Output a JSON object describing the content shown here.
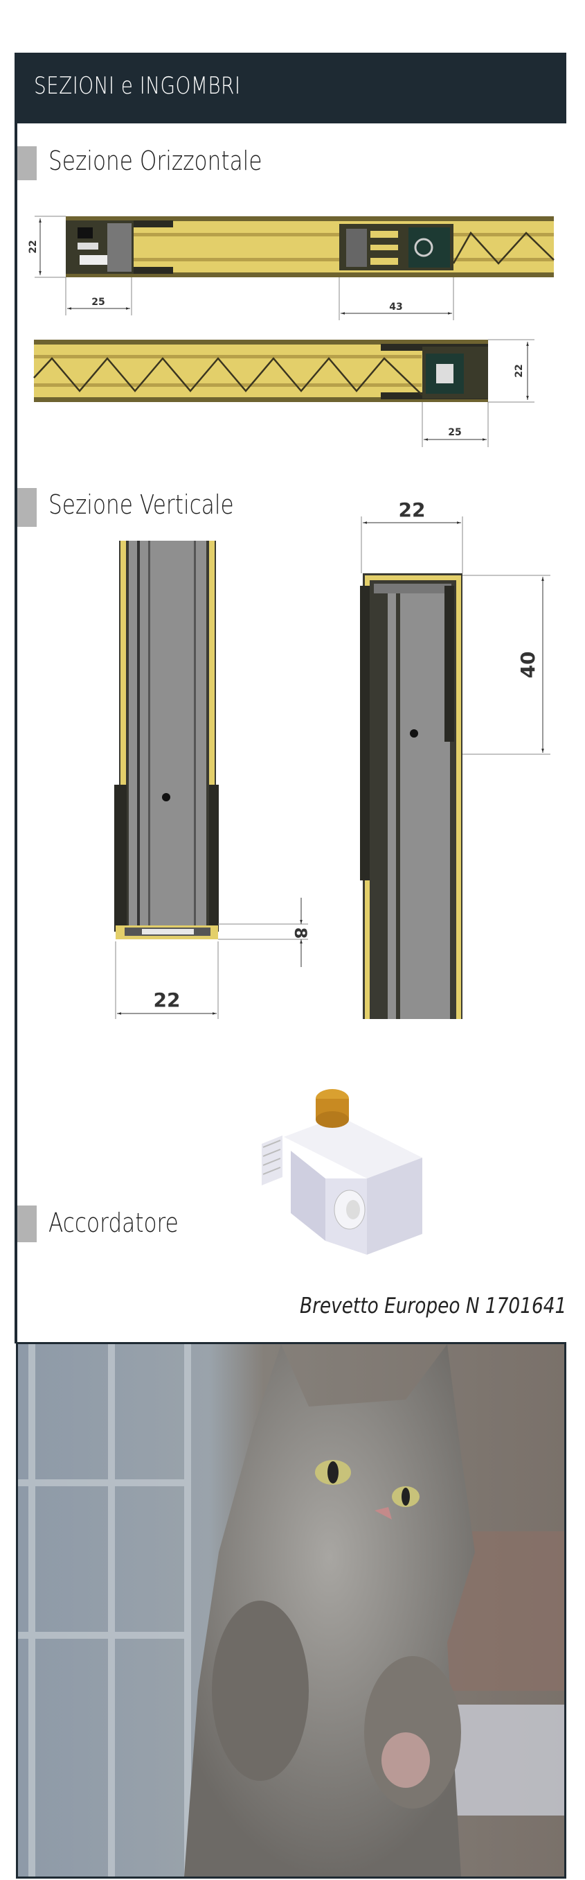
{
  "header": {
    "title": "SEZIONI e INGOMBRI"
  },
  "sections": {
    "horizontal": {
      "label": "Sezione Orizzontale",
      "dims": {
        "d1_height": "22",
        "d1_left_width": "25",
        "d1_mid_width": "43",
        "d2_height": "22",
        "d2_right_width": "25"
      }
    },
    "vertical": {
      "label": "Sezione Verticale",
      "dims": {
        "left_width": "22",
        "left_bottom": "8",
        "right_width": "22",
        "right_top": "40"
      }
    },
    "tuner": {
      "label": "Accordatore"
    }
  },
  "patent": "Brevetto Europeo N 1701641",
  "colors": {
    "header_bg": "#1e2a33",
    "profile_yellow": "#e3cf6a",
    "profile_dark": "#5e552a",
    "section_bar": "#b3b3b3"
  }
}
